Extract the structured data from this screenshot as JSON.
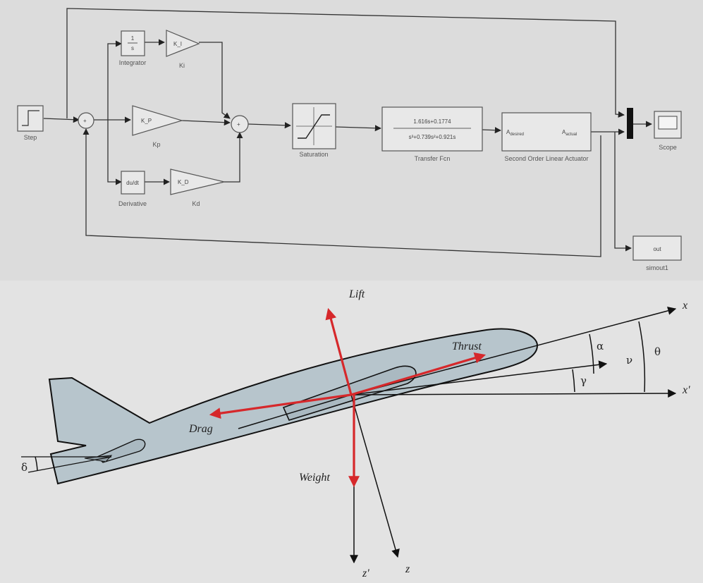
{
  "simulink": {
    "blocks": {
      "step": "Step",
      "integrator_symbol_num": "1",
      "integrator_symbol_den": "s",
      "integrator": "Integrator",
      "ki_gain": "K_I",
      "ki": "Ki",
      "kp_gain": "K_P",
      "kp": "Kp",
      "derivative_symbol": "du/dt",
      "derivative": "Derivative",
      "kd_gain": "K_D",
      "kd": "Kd",
      "saturation": "Saturation",
      "tf_numerator": "1.616s+0.1774",
      "tf_denominator": "s³+0.739s²+0.921s",
      "transfer_fcn": "Transfer Fcn",
      "actuator_in": "A",
      "actuator_in_sub": "desired",
      "actuator_out": "A",
      "actuator_out_sub": "actual",
      "actuator": "Second Order Linear Actuator",
      "scope": "Scope",
      "simout_value": "out",
      "simout": "simout1"
    }
  },
  "free_body": {
    "forces": {
      "lift": "Lift",
      "thrust": "Thrust",
      "drag": "Drag",
      "weight": "Weight"
    },
    "axes": {
      "x": "x",
      "x_prime": "x'",
      "z": "z",
      "z_prime": "z'"
    },
    "angles": {
      "alpha": "α",
      "gamma": "γ",
      "nu": "ν",
      "theta": "θ",
      "delta": "δ"
    }
  }
}
